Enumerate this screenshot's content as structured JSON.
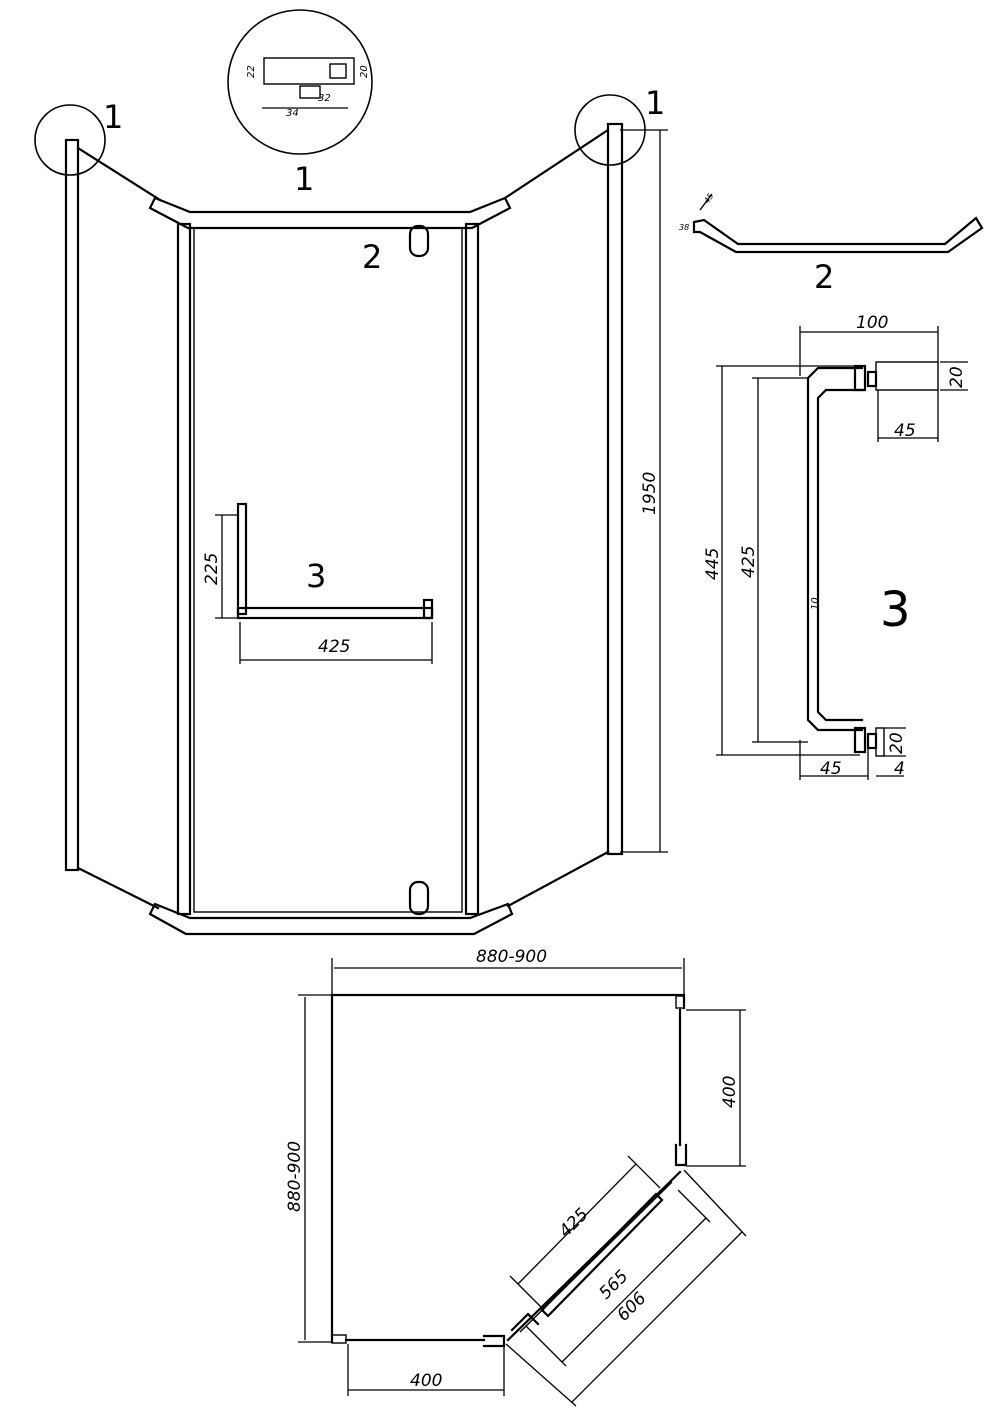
{
  "callouts": {
    "profile": "1",
    "top_rail": "2",
    "handle": "3"
  },
  "dimensions": {
    "height": "1950",
    "handle_side": "225",
    "handle_length": "425",
    "handle_overall": "445",
    "handle_inner": "425",
    "handle_offset": "100",
    "handle_mount_top": "20",
    "handle_mount_depth_top": "45",
    "handle_mount_bottom": "20",
    "handle_mount_depth_bottom": "45",
    "handle_plate": "4",
    "handle_diameter": "10",
    "profile_22": "22",
    "profile_20": "20",
    "profile_34": "34",
    "profile_32": "32",
    "rail_38": "38",
    "rail_45": "45",
    "plan_width": "880-900",
    "plan_depth": "880-900",
    "plan_side_right": "400",
    "plan_side_bottom": "400",
    "plan_handle": "425",
    "plan_door": "565",
    "plan_front": "606"
  }
}
